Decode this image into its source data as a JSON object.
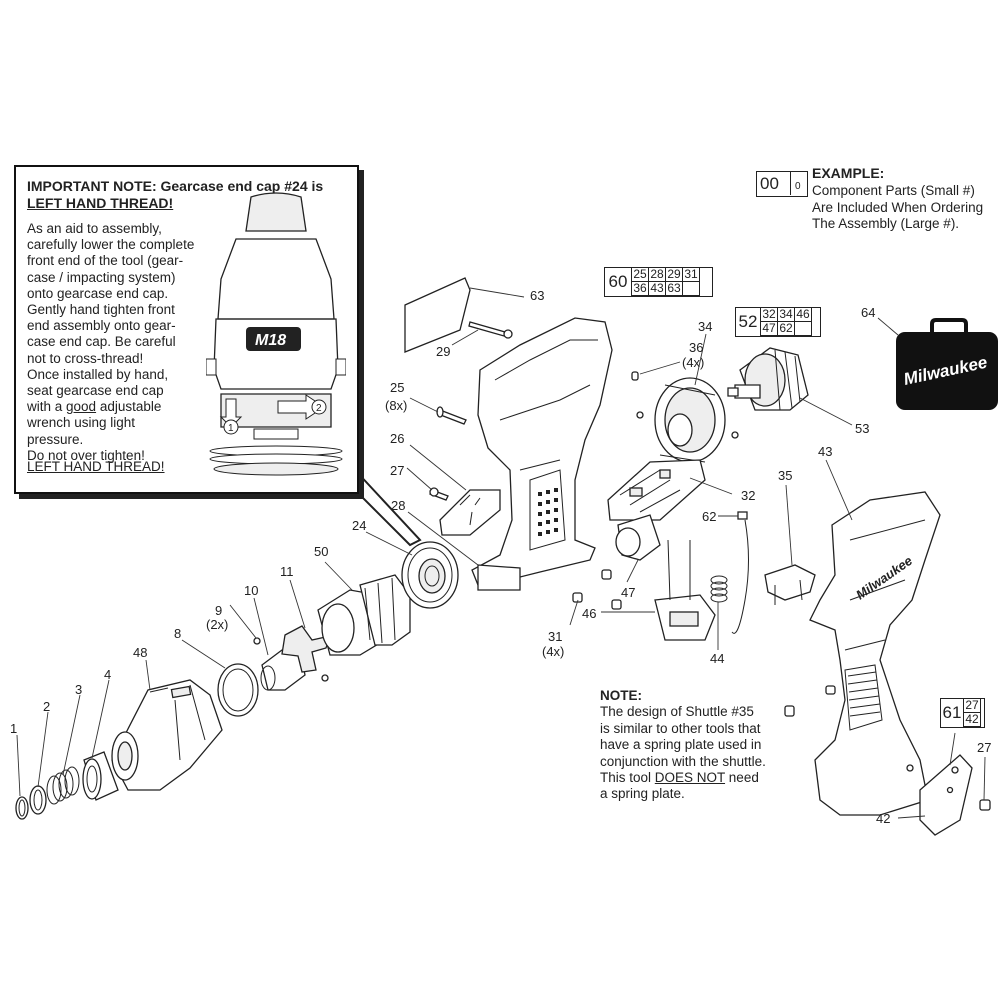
{
  "important_note": {
    "title_prefix": "IMPORTANT NOTE: Gearcase end cap #24 is",
    "title_emph": "LEFT HAND THREAD!",
    "body_lines": [
      "As an aid to assembly,",
      "carefully lower the complete",
      "front end of the tool (gear-",
      "case / impacting system)",
      "onto gearcase end cap.",
      "Gently hand tighten front",
      "end assembly onto gear-",
      "case end cap. Be careful",
      "not to cross-thread!",
      "Once installed by hand,",
      "seat gearcase end cap"
    ],
    "line_with_pre": "with a ",
    "line_with_emph": "good",
    "line_with_post": " adjustable",
    "body_lines_2": [
      "wrench using light",
      "pressure.",
      "Do not over tighten!"
    ],
    "footer": "LEFT HAND THREAD!",
    "logo_text": "M18",
    "step1": "1",
    "step2": "2"
  },
  "example": {
    "big_number": "00",
    "small_number": "0",
    "title": "EXAMPLE:",
    "lines": [
      "Component Parts (Small #)",
      "Are Included When Ordering",
      "The Assembly (Large #)."
    ]
  },
  "assemblies": [
    {
      "number": "60",
      "components": [
        "25",
        "28",
        "29",
        "31",
        "36",
        "43",
        "63",
        ""
      ]
    },
    {
      "number": "52",
      "components": [
        "32",
        "34",
        "46",
        "47",
        "62",
        ""
      ]
    },
    {
      "number": "61",
      "components": [
        "27",
        "42"
      ]
    }
  ],
  "shuttle_note": {
    "title": "NOTE:",
    "lines": [
      "The design of Shuttle #35",
      "is similar to other tools that",
      "have a spring plate used in",
      "conjunction with the shuttle."
    ],
    "line_pre": "This tool ",
    "line_emph": "DOES NOT",
    "line_post": " need",
    "last_line": "a spring plate."
  },
  "brand_text": "Milwaukee",
  "callouts": [
    {
      "id": "1",
      "text": "1"
    },
    {
      "id": "2",
      "text": "2"
    },
    {
      "id": "3",
      "text": "3"
    },
    {
      "id": "4",
      "text": "4"
    },
    {
      "id": "48",
      "text": "48"
    },
    {
      "id": "8",
      "text": "8"
    },
    {
      "id": "9",
      "text": "9"
    },
    {
      "id": "9q",
      "text": "(2x)"
    },
    {
      "id": "10",
      "text": "10"
    },
    {
      "id": "11",
      "text": "11"
    },
    {
      "id": "50",
      "text": "50"
    },
    {
      "id": "24",
      "text": "24"
    },
    {
      "id": "28",
      "text": "28"
    },
    {
      "id": "27a",
      "text": "27"
    },
    {
      "id": "26",
      "text": "26"
    },
    {
      "id": "25",
      "text": "25"
    },
    {
      "id": "25q",
      "text": "(8x)"
    },
    {
      "id": "29",
      "text": "29"
    },
    {
      "id": "63",
      "text": "63"
    },
    {
      "id": "36",
      "text": "36"
    },
    {
      "id": "36q",
      "text": "(4x)"
    },
    {
      "id": "34",
      "text": "34"
    },
    {
      "id": "64",
      "text": "64"
    },
    {
      "id": "53",
      "text": "53"
    },
    {
      "id": "32",
      "text": "32"
    },
    {
      "id": "62",
      "text": "62"
    },
    {
      "id": "47",
      "text": "47"
    },
    {
      "id": "46",
      "text": "46"
    },
    {
      "id": "31",
      "text": "31"
    },
    {
      "id": "31q",
      "text": "(4x)"
    },
    {
      "id": "44",
      "text": "44"
    },
    {
      "id": "35",
      "text": "35"
    },
    {
      "id": "43",
      "text": "43"
    },
    {
      "id": "27b",
      "text": "27"
    },
    {
      "id": "42",
      "text": "42"
    }
  ]
}
